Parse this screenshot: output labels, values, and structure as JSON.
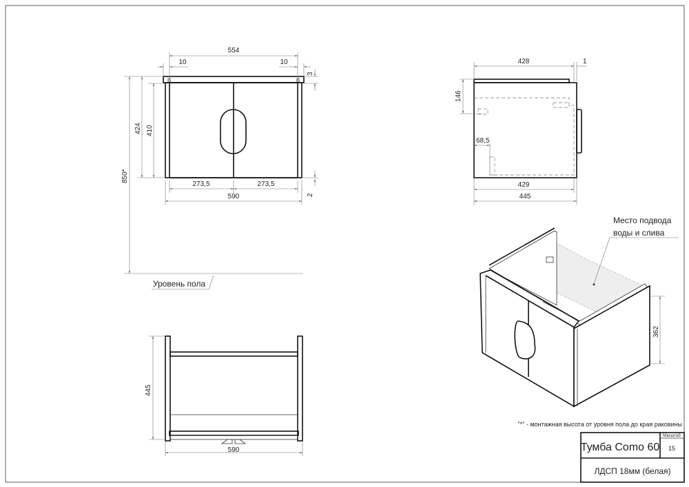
{
  "front_view": {
    "dim_overall_inner": "554",
    "dim_left_offset": "10",
    "dim_right_offset": "10",
    "dim_top_gap": "3",
    "dim_height_total": "424",
    "dim_height_door": "410",
    "dim_mount_height": "850*",
    "dim_door_left": "273,5",
    "dim_door_right": "273,5",
    "dim_width": "590",
    "dim_bottom_gap": "2",
    "floor_label": "Уровень пола"
  },
  "side_view": {
    "dim_depth_top": "428",
    "dim_offset": "1",
    "dim_mount": "146",
    "dim_inner": "68,5",
    "dim_depth_inner": "429",
    "dim_depth_total": "445"
  },
  "plan_view": {
    "dim_depth": "445",
    "dim_width": "590"
  },
  "iso_view": {
    "callout_line1": "Место подвода",
    "callout_line2": "воды и слива",
    "dim_height": "362"
  },
  "note": "\"*\" - монтажная высота от уровня пола до края раковины",
  "title_block": {
    "title": "Тумба Como 60",
    "scale_label": "Масштаб",
    "scale_value": "15",
    "material": "ЛДСП 18мм (белая)"
  }
}
